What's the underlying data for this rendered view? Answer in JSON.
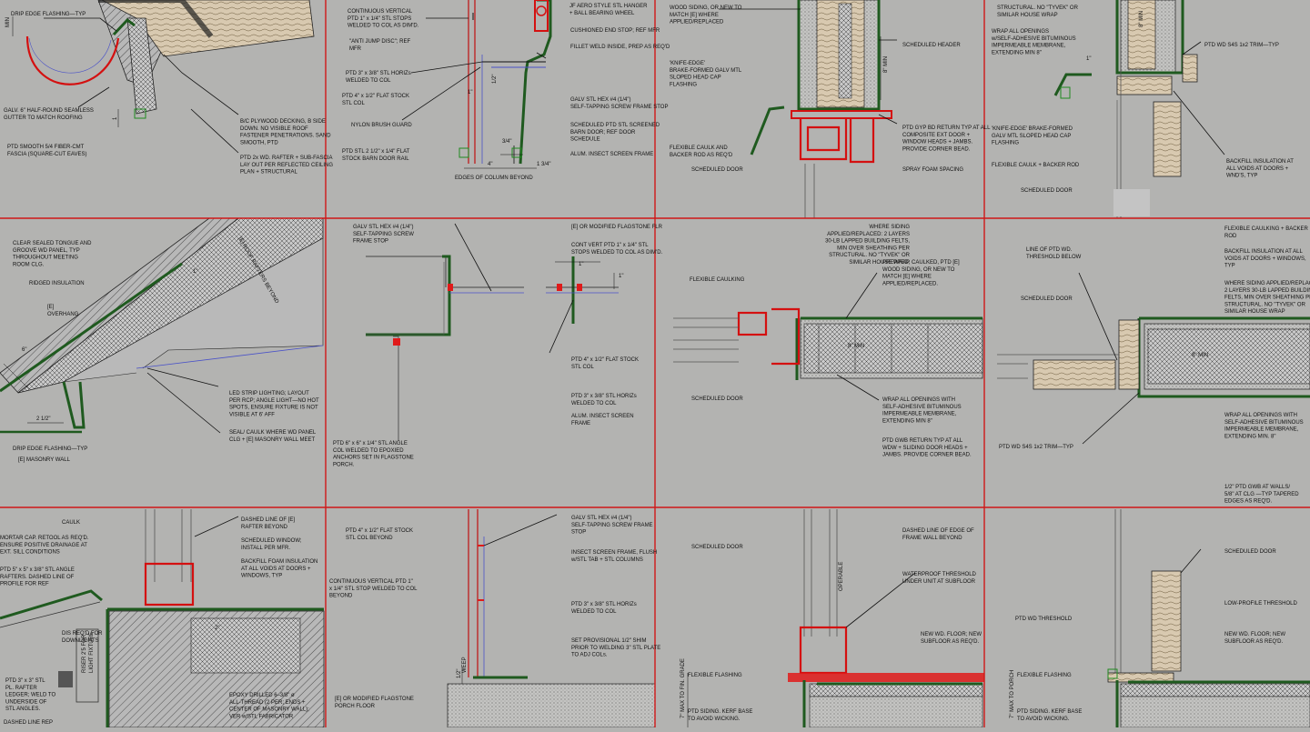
{
  "sheet": {
    "background": "#b3b3b1",
    "grid_color": "#d01818",
    "accent_green": "#1f5a1f",
    "accent_red": "#e01a1a"
  },
  "cells": {
    "c1": {
      "notes": [
        "DRIP EDGE FLASHING—TYP",
        "GALV. 6\" HALF-ROUND SEAMLESS",
        "GUTTER TO MATCH ROOFING",
        "PTD SMOOTH 5/4 FIBER-CMT",
        "FASCIA (SQUARE-CUT EAVES)",
        "B/C PLYWOOD DECKING, B SIDE",
        "DOWN. NO VISIBLE ROOF",
        "FASTENER PENETRATIONS. SAND",
        "SMOOTH, PTD",
        "PTD 2x WD. RAFTER + SUB-FASCIA",
        "LAY OUT PER REFLECTED CEILING",
        "PLAN + STRUCTURAL"
      ],
      "dims": [
        "MIN",
        "1"
      ]
    },
    "c2": {
      "notes": [
        "CONTINUOUS VERTICAL",
        "PTD 1\" x 1/4\" STL STOPS",
        "WELDED TO COL AS DIM'D.",
        "\"ANTI JUMP DISC\"; REF",
        "MFR",
        "PTD 3\" x 3/8\" STL HORIZs",
        "WELDED TO COL",
        "PTD 4\" x 1/2\" FLAT STOCK",
        "STL COL",
        "NYLON BRUSH GUARD",
        "PTD STL 2 1/2\" x 1/4\" FLAT",
        "STOCK BARN DOOR RAIL",
        "JF AERO STYLE STL HANGER",
        "+ BALL BEARING WHEEL",
        "CUSHIONED END STOP; REF MFR",
        "FILLET WELD INSIDE, PREP AS REQ'D",
        "GALV STL HEX #4 (1/4\")",
        "SELF-TAPPING SCREW FRAME STOP",
        "SCHEDULED PTD STL SCREENED",
        "BARN DOOR; REF DOOR",
        "SCHEDULE",
        "ALUM. INSECT SCREEN FRAME",
        "EDGES OF COLUMN BEYOND"
      ],
      "dims": [
        "1/2\"",
        "1\"",
        "3/4\"",
        "1 3/4\"",
        "4\""
      ]
    },
    "c3": {
      "notes": [
        "WOOD SIDING, OR NEW TO",
        "MATCH [E] WHERE",
        "APPLIED/REPLACED",
        "'KNIFE-EDGE'",
        "BRAKE-FORMED GALV MTL",
        "SLOPED HEAD CAP",
        "FLASHING",
        "FLEXIBLE CAULK AND",
        "BACKER ROD AS REQ'D",
        "SCHEDULED DOOR",
        "SCHEDULED HEADER",
        "PTD GYP BD RETURN TYP AT ALL",
        "COMPOSITE EXT DOOR +",
        "WINDOW HEADS + JAMBS.",
        "PROVIDE CORNER BEAD.",
        "SPRAY FOAM SPACING"
      ],
      "dims": [
        "8\" MIN"
      ]
    },
    "c4": {
      "notes": [
        "STRUCTURAL. NO \"TYVEK\" OR",
        "SIMILAR HOUSE WRAP",
        "WRAP ALL OPENINGS",
        "w/SELF-ADHESIVE BITUMINOUS",
        "IMPERMEABLE MEMBRANE,",
        "EXTENDING MIN 8\"",
        "PTD WD S4S 1x2 TRIM—TYP",
        "'KNIFE-EDGE' BRAKE-FORMED",
        "GALV MTL SLOPED HEAD CAP",
        "FLASHING",
        "FLEXIBLE CAULK + BACKER ROD",
        "BACKFILL INSULATION AT",
        "ALL VOIDS AT DOORS +",
        "WND'S, TYP",
        "SCHEDULED DOOR"
      ],
      "dims": [
        "8\" MIN",
        "1\""
      ]
    },
    "c5": {
      "notes": [
        "CLEAR SEALED TONGUE AND",
        "GROOVE WD PANEL, TYP",
        "THROUGHOUT MEETING",
        "ROOM CLG.",
        "RIDGED INSULATION",
        "[E]",
        "OVERHANG",
        "LED STRIP LIGHTING; LAYOUT",
        "PER RCP; ANGLE LIGHT—NO HOT",
        "SPOTS, ENSURE FIXTURE IS NOT",
        "VISIBLE AT 6' AFF",
        "SEAL/ CAULK WHERE WD PANEL",
        "CLG + [E] MASONRY WALL MEET",
        "DRIP EDGE FLASHING—TYP",
        "[E] MASONRY WALL",
        "[E] ROOF RAFTERS BEYOND"
      ],
      "dims": [
        "6\"",
        "1\"",
        "2 1/2\""
      ]
    },
    "c6": {
      "notes": [
        "GALV STL HEX #4 (1/4\")",
        "SELF-TAPPING SCREW",
        "FRAME STOP",
        "[E] OR MODIFIED FLAGSTONE FLR",
        "CONT VERT PTD 1\" x 1/4\" STL",
        "STOPS WELDED TO COL AS DIM'D.",
        "PTD 4\" x 1/2\" FLAT STOCK",
        "STL COL",
        "PTD 3\" x 3/8\" STL HORIZs",
        "WELDED TO COL",
        "ALUM. INSECT SCREEN",
        "FRAME",
        "PTD 6\" x 6\" x 1/4\" STL ANGLE",
        "COL WELDED TO EPOXIED",
        "ANCHORS SET IN FLAGSTONE",
        "PORCH."
      ],
      "dims": [
        "1\"",
        "1\""
      ]
    },
    "c7": {
      "notes": [
        "WHERE SIDING",
        "APPLIED/REPLACED: 2 LAYERS",
        "30-LB LAPPED BUILDING FELTS,",
        "MIN OVER SHEATHING PER",
        "STRUCTURAL. NO \"TYVEK\" OR",
        "SIMILAR HOUSE WRAP",
        "FLEXIBLE CAULKING",
        "PREPPED, CAULKED, PTD [E]",
        "WOOD SIDING, OR NEW TO",
        "MATCH [E] WHERE",
        "APPLIED/REPLACED.",
        "SCHEDULED DOOR",
        "WRAP ALL OPENINGS WITH",
        "SELF-ADHESIVE BITUMINOUS",
        "IMPERMEABLE MEMBRANE,",
        "EXTENDING MIN 8\"",
        "PTD GWB RETURN TYP AT ALL",
        "WDW + SLIDING DOOR HEADS +",
        "JAMBS. PROVIDE CORNER BEAD."
      ],
      "dims": [
        "8\" MIN"
      ]
    },
    "c8": {
      "notes": [
        "LINE OF PTD WD.",
        "THRESHOLD BELOW",
        "SCHEDULED DOOR",
        "FLEXIBLE CAULKING + BACKER",
        "ROD",
        "BACKFILL INSULATION AT ALL",
        "VOIDS AT DOORS + WINDOWS,",
        "TYP",
        "WHERE SIDING APPLIED/REPLACED:",
        "2 LAYERS 30-LB LAPPED BUILDING",
        "FELTS, MIN OVER SHEATHING PER",
        "STRUCTURAL. NO \"TYVEK\" OR",
        "SIMILAR HOUSE WRAP",
        "WRAP ALL OPENINGS WITH",
        "SELF-ADHESIVE BITUMINOUS",
        "IMPERMEABLE MEMBRANE,",
        "EXTENDING MIN. 8\"",
        "PTD WD S4S 1x2 TRIM—TYP",
        "1/2\" PTD GWB AT WALLS/",
        "5/8\" AT CLG —TYP TAPERED",
        "EDGES AS REQ'D."
      ],
      "dims": [
        "8\" MIN"
      ]
    },
    "c9": {
      "notes": [
        "CAULK",
        "MORTAR CAP. RETOOL AS REQ'D.",
        "ENSURE POSITIVE DRAINAGE AT",
        "EXT. SILL CONDITIONS",
        "PTD 5\" x 5\" x 3/8\" STL ANGLE",
        "RAFTERS. DASHED LINE OF",
        "PROFILE FOR REF",
        "DIS REQ'D FOR",
        "DOWNLIGHTS",
        "PTD 3\" x 3\" STL",
        "PL. RAFTER",
        "LEDGER; WELD TO",
        "UNDERSIDE OF",
        "STL ANGLES.",
        "DASHED LINE REP",
        "DASHED LINE OF [E]",
        "RAFTER BEYOND",
        "SCHEDULED WINDOW;",
        "INSTALL PER MFR.",
        "BACKFILL FOAM INSULATION",
        "AT ALL VOIDS AT DOORS +",
        "WINDOWS, TYP",
        "EPOXY DRILLED 6–3/8\" ø",
        "ALL-THREAD (2 PER; ENDS +",
        "CENTER OF MASONRY WALL);",
        "VER w/STL FABRICATOR",
        "RISER 2'5 FOR",
        "LIGHT FIXTURE"
      ],
      "dims": [
        "2\""
      ]
    },
    "c10": {
      "notes": [
        "PTD 4\" x 1/2\" FLAT STOCK",
        "STL COL BEYOND",
        "CONTINUOUS VERTICAL PTD 1\"",
        "x 1/4\" STL STOP WELDED TO COL",
        "BEYOND",
        "[E] OR MODIFIED FLAGSTONE",
        "PORCH FLOOR",
        "GALV STL HEX #4 (1/4\")",
        "SELF-TAPPING SCREW FRAME",
        "STOP",
        "INSECT SCREEN FRAME, FLUSH",
        "w/STL TAB + STL COLUMNS",
        "PTD 3\" x 3/8\" STL HORIZs",
        "WELDED TO COL",
        "SET PROVISIONAL 1/2\" SHIM",
        "PRIOR TO WELDING 3\" STL PLATE",
        "TO ADJ COLs.",
        "WEEP"
      ],
      "dims": [
        "1/2\""
      ]
    },
    "c11": {
      "notes": [
        "SCHEDULED DOOR",
        "DASHED LINE OF EDGE OF",
        "FRAME WALL BEYOND",
        "WATERPROOF THRESHOLD",
        "UNDER UNIT AT SUBFLOOR",
        "NEW WD. FLOOR; NEW",
        "SUBFLOOR AS REQ'D.",
        "FLEXIBLE FLASHING",
        "PTD SIDING. KERF BASE",
        "TO AVOID WICKING.",
        "OPERABLE",
        "7\" MAX TO FIN. GRADE"
      ],
      "dims": []
    },
    "c12": {
      "notes": [
        "SCHEDULED DOOR",
        "PTD WD THRESHOLD",
        "LOW-PROFILE THRESHOLD",
        "NEW WD. FLOOR; NEW",
        "SUBFLOOR AS REQ'D.",
        "FLEXIBLE FLASHING",
        "PTD SIDING. KERF BASE",
        "TO AVOID WICKING.",
        "7\" MAX TO PORCH"
      ],
      "dims": []
    }
  }
}
